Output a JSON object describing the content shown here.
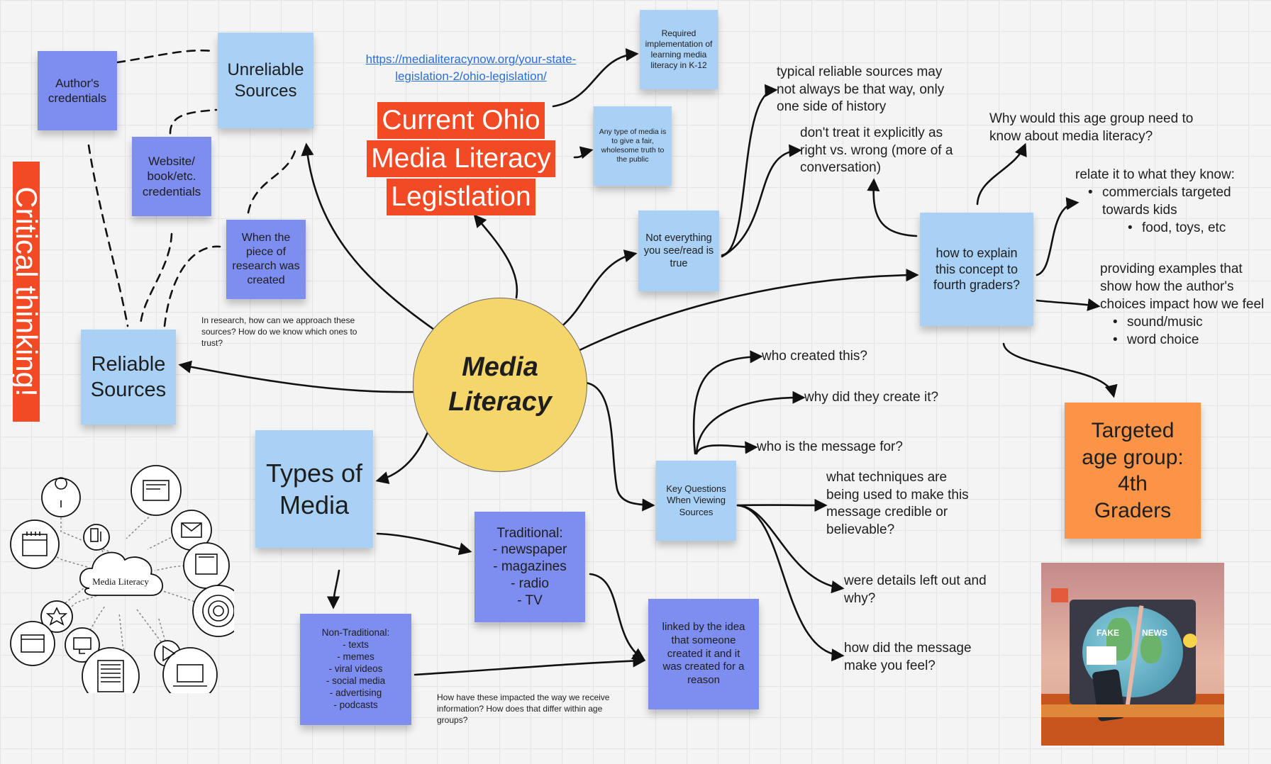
{
  "center": {
    "title": "Media Literacy"
  },
  "critical_thinking": "Critical thinking!",
  "legislation": {
    "link": "https://medialiteracynow.org/your-state-legislation-2/ohio-legislation/",
    "title_lines": [
      "Current Ohio",
      "Media Literacy",
      "Legistlation"
    ],
    "note_required": "Required implementation of learning media literacy in K-12",
    "note_fair": "Any type of media is to give a fair, wholesome truth to the public"
  },
  "sources": {
    "unreliable": "Unreliable Sources",
    "author": "Author's credentials",
    "website": "Website/ book/etc. credentials",
    "when": "When the piece of research was created",
    "reliable": "Reliable Sources",
    "question": "In research, how can we approach these sources? How do we know which ones to trust?"
  },
  "not_true": {
    "note": "Not everything you see/read is true",
    "text1": "typical reliable sources may not always be that way, only one side of history",
    "text2": "don't treat it explicitly as right vs. wrong (more of a conversation)"
  },
  "fourth": {
    "note": "how to explain this concept to fourth graders?",
    "why": "Why would this age group need to know about media literacy?",
    "relate_title": "relate it to what they know:",
    "relate_item": "commercials targeted towards kids",
    "relate_sub": "food, toys, etc",
    "examples_title": "providing examples that show how the author's choices impact how we feel",
    "examples_items": [
      "sound/music",
      "word choice"
    ],
    "target": "Targeted age group: 4th Graders",
    "image_labels": [
      "FAKE",
      "NEWS"
    ]
  },
  "questions": {
    "note": "Key Questions When Viewing Sources",
    "items": [
      "who created this?",
      "why did they create it?",
      "who is the message for?",
      "what techniques are being used to make this message credible or believable?",
      "were details left out and why?",
      "how did the message make you feel?"
    ]
  },
  "types": {
    "note": "Types of Media",
    "traditional": "Traditional:\n- newspaper\n- magazines\n- radio\n- TV",
    "non_traditional": "Non-Traditional:\n- texts\n- memes\n- viral videos\n- social media\n- advertising\n- podcasts",
    "linked": "linked by the idea that someone created it and it was created for a reason",
    "impact_question": "How have these impacted the way we receive information? How does that differ within age groups?"
  },
  "icon_cloud": {
    "label": "Media Literacy"
  },
  "colors": {
    "center": "#f5d66b",
    "red": "#f14a24",
    "light_blue": "#a9d0f5",
    "purple": "#7d8df0",
    "orange": "#fb9447"
  }
}
